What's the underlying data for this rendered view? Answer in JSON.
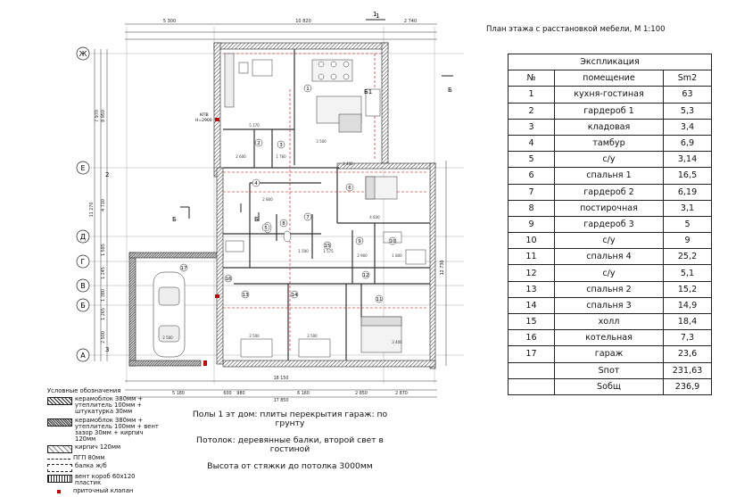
{
  "sheet_title": "План этажа с расстановкой мебели, М 1:100",
  "explication": {
    "title": "Экспликация",
    "headers": [
      "№",
      "помещение",
      "Sm2"
    ],
    "rows": [
      [
        "1",
        "кухня-гостиная",
        "63"
      ],
      [
        "2",
        "гардероб 1",
        "5,3"
      ],
      [
        "3",
        "кладовая",
        "3,4"
      ],
      [
        "4",
        "тамбур",
        "6,9"
      ],
      [
        "5",
        "с/у",
        "3,14"
      ],
      [
        "6",
        "спальня 1",
        "16,5"
      ],
      [
        "7",
        "гардероб 2",
        "6,19"
      ],
      [
        "8",
        "постирочная",
        "3,1"
      ],
      [
        "9",
        "гардероб 3",
        "5"
      ],
      [
        "10",
        "с/у",
        "9"
      ],
      [
        "11",
        "спальня 4",
        "25,2"
      ],
      [
        "12",
        "с/у",
        "5,1"
      ],
      [
        "13",
        "спальня 2",
        "15,2"
      ],
      [
        "14",
        "спальня 3",
        "14,9"
      ],
      [
        "15",
        "холл",
        "18,4"
      ],
      [
        "16",
        "котельная",
        "7,3"
      ],
      [
        "17",
        "гараж",
        "23,6"
      ]
    ],
    "totals": [
      {
        "label": "Sпот",
        "value": "231,63"
      },
      {
        "label": "Sобщ",
        "value": "236,9"
      }
    ]
  },
  "legend": {
    "heading": "Условные обозначения",
    "items": [
      {
        "swatch": "a",
        "text": "керамоблок 380мм + утеплитель 100мм + штукатурка 30мм"
      },
      {
        "swatch": "b",
        "text": "керамоблок 380мм + утеплитель 100мм + вент зазор 30мм + кирпич 120мм"
      },
      {
        "swatch": "c",
        "text": "кирпич 120мм"
      },
      {
        "swatch": "d",
        "text": "ПГП 80мм"
      },
      {
        "swatch": "f",
        "text": "балка ж/б"
      },
      {
        "swatch": "g",
        "text": "вент короб 60х120 пластик"
      },
      {
        "swatch": "h",
        "text": "приточный клапан"
      }
    ]
  },
  "notes": [
    "Полы 1 эт дом: плиты перекрытия гараж: по грунту",
    "Потолок: деревянные балки, второй свет в гостиной",
    "Высота от стяжки до потолка 3000мм"
  ],
  "plan": {
    "axes_letters": [
      "Ж",
      "Е",
      "Д",
      "Г",
      "В",
      "Б",
      "А"
    ],
    "axes_numbers": [
      "1",
      "2",
      "3"
    ],
    "section_marks": [
      "1",
      "Б",
      "Б",
      "Б",
      "Б1"
    ],
    "dims_top": [
      "5 300",
      "10 820",
      "2 740"
    ],
    "dims_bottom": [
      "5 180",
      "600",
      "980",
      "6 160",
      "2 850",
      "2 870"
    ],
    "dims_bottom_total": [
      "18 150",
      "17 850"
    ],
    "dims_left": [
      "7 970",
      "8 950",
      "11 270",
      "4 710",
      "1 585",
      "1 245",
      "1 380",
      "1 265",
      "2 500"
    ],
    "dims_right": [
      "12 730"
    ],
    "room_numbers": [
      "1",
      "2",
      "3",
      "4",
      "5",
      "6",
      "7",
      "8",
      "9",
      "10",
      "11",
      "12",
      "13",
      "14",
      "15",
      "16",
      "17"
    ],
    "room_dims": [
      "5 170",
      "2 600",
      "1 760",
      "3 400",
      "4 830",
      "2 800",
      "1 500",
      "1 575",
      "2 900",
      "1 800",
      "2 500",
      "3 400",
      "2 500",
      "2 500",
      "3 500"
    ],
    "callout_kpv": "КПВ",
    "callout_height": "Н=2900",
    "colors": {
      "line": "#222222",
      "red": "#cc0000",
      "hatch": "#555555"
    }
  }
}
